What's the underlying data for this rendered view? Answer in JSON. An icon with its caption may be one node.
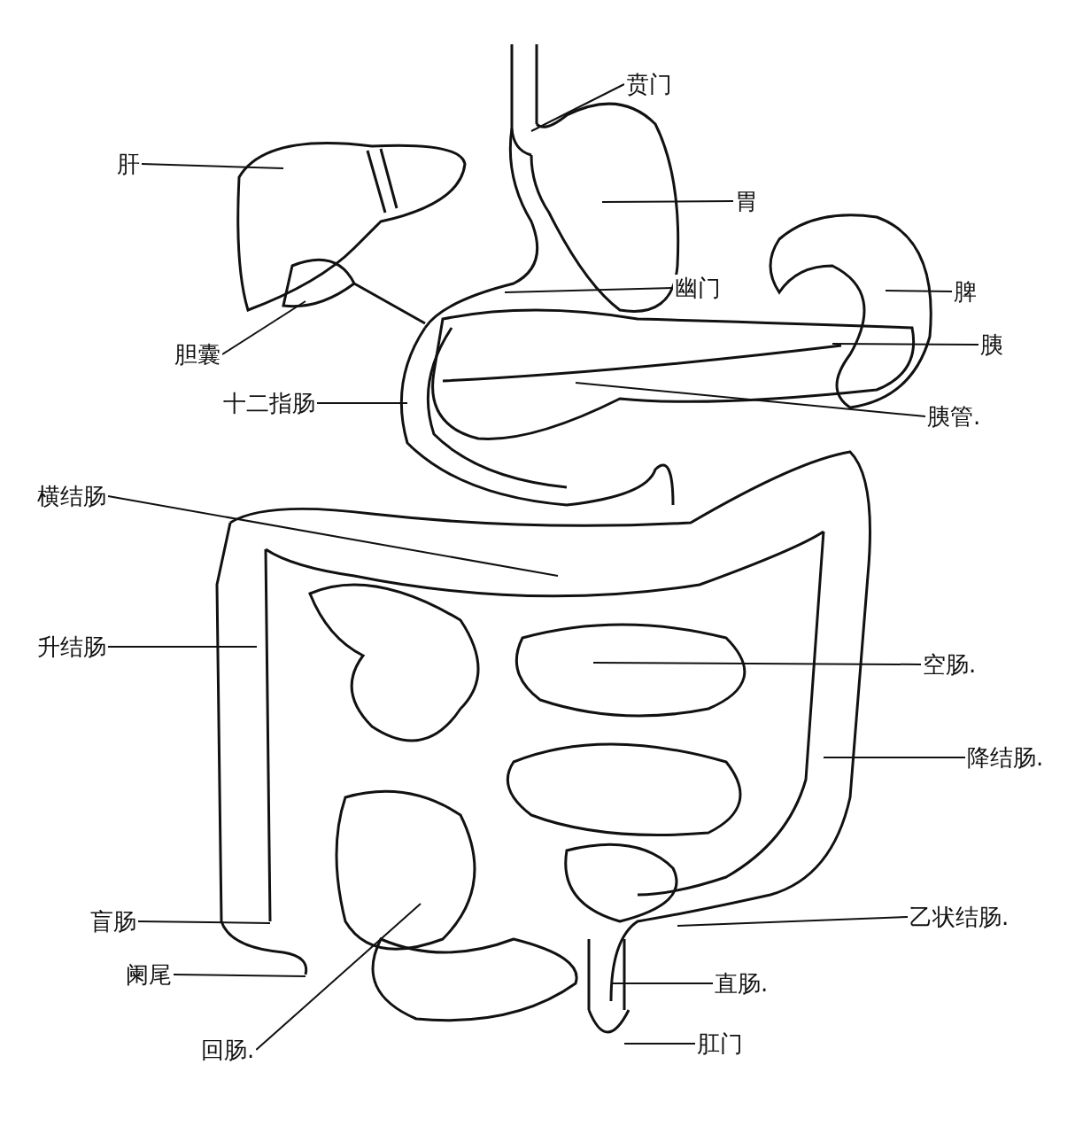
{
  "diagram": {
    "nodes": [
      {
        "text": [
          "贲门"
        ]
      },
      {
        "text": [
          "肝"
        ]
      },
      {
        "text": [
          "胃"
        ]
      },
      {
        "text": [
          "幽门"
        ]
      },
      {
        "text": [
          "脾"
        ]
      },
      {
        "text": [
          "胰"
        ]
      },
      {
        "text": [
          "胆囊"
        ]
      },
      {
        "text": [
          "十二指肠"
        ]
      },
      {
        "text": [
          "胰管."
        ]
      },
      {
        "text": [
          "横结肠"
        ]
      },
      {
        "text": [
          "升结肠"
        ]
      },
      {
        "text": [
          "空肠."
        ]
      },
      {
        "text": [
          "降结肠."
        ]
      },
      {
        "text": [
          "乙状结肠."
        ]
      },
      {
        "text": [
          "盲肠"
        ]
      },
      {
        "text": [
          "阑尾"
        ]
      },
      {
        "text": [
          "直肠."
        ]
      },
      {
        "text": [
          "肛门"
        ]
      },
      {
        "text": [
          "回肠."
        ]
      }
    ],
    "edges": [
      {
        "from": 0,
        "to": null,
        "arrow": "none"
      },
      {
        "from": 1,
        "to": null,
        "arrow": "none"
      },
      {
        "from": 2,
        "to": null,
        "arrow": "none"
      },
      {
        "from": 3,
        "to": null,
        "arrow": "none"
      },
      {
        "from": 4,
        "to": null,
        "arrow": "none"
      },
      {
        "from": 5,
        "to": null,
        "arrow": "none"
      },
      {
        "from": 6,
        "to": null,
        "arrow": "none"
      },
      {
        "from": 7,
        "to": null,
        "arrow": "none"
      },
      {
        "from": 8,
        "to": null,
        "arrow": "none"
      },
      {
        "from": 9,
        "to": null,
        "arrow": "none"
      },
      {
        "from": 10,
        "to": null,
        "arrow": "none"
      },
      {
        "from": 11,
        "to": null,
        "arrow": "none"
      },
      {
        "from": 12,
        "to": null,
        "arrow": "none"
      },
      {
        "from": 13,
        "to": null,
        "arrow": "none"
      },
      {
        "from": 14,
        "to": null,
        "arrow": "none"
      },
      {
        "from": 15,
        "to": null,
        "arrow": "none"
      },
      {
        "from": 16,
        "to": null,
        "arrow": "none"
      },
      {
        "from": 17,
        "to": null,
        "arrow": "none"
      },
      {
        "from": 18,
        "to": null,
        "arrow": "none"
      }
    ]
  }
}
